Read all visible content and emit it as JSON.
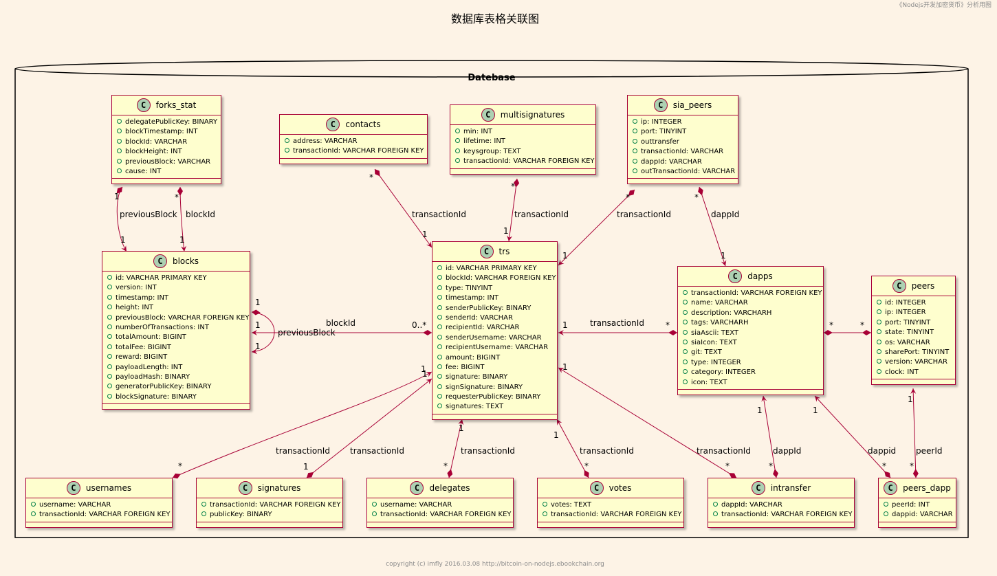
{
  "title": "数据库表格关联图",
  "header_note": "《Nodejs开发加密货币》分析用图",
  "footer": "copyright (c) imfly 2016.03.08 http://bitcoin-on-nodejs.ebookchain.org",
  "package_name": "Datebase",
  "classes": {
    "forks_stat": {
      "name": "forks_stat",
      "fields": [
        "delegatePublicKey: BINARY",
        "blockTimestamp: INT",
        "blockId: VARCHAR",
        "blockHeight: INT",
        "previousBlock: VARCHAR",
        "cause: INT"
      ]
    },
    "contacts": {
      "name": "contacts",
      "fields": [
        "address: VARCHAR",
        "transactionId: VARCHAR FOREIGN KEY"
      ]
    },
    "multisignatures": {
      "name": "multisignatures",
      "fields": [
        "min: INT",
        "lifetime: INT",
        "keysgroup: TEXT",
        "transactionId: VARCHAR FOREIGN KEY"
      ]
    },
    "sia_peers": {
      "name": "sia_peers",
      "fields": [
        "ip: INTEGER",
        "port: TINYINT",
        "outtransfer",
        "transactionId: VARCHAR",
        "dappId: VARCHAR",
        "outTransactionId: VARCHAR"
      ]
    },
    "blocks": {
      "name": "blocks",
      "fields": [
        "id: VARCHAR PRIMARY KEY",
        "version: INT",
        "timestamp: INT",
        "height: INT",
        "previousBlock: VARCHAR FOREIGN KEY",
        "numberOfTransactions: INT",
        "totalAmount: BIGINT",
        "totalFee: BIGINT",
        "reward: BIGINT",
        "payloadLength: INT",
        "payloadHash: BINARY",
        "generatorPublicKey: BINARY",
        "blockSignature: BINARY"
      ]
    },
    "trs": {
      "name": "trs",
      "fields": [
        "id: VARCHAR PRIMARY KEY",
        "blockId: VARCHAR FOREIGN KEY",
        "type: TINYINT",
        "timestamp: INT",
        "senderPublicKey: BINARY",
        "senderId: VARCHAR",
        "recipientId: VARCHAR",
        "senderUsername: VARCHAR",
        "recipientUsername: VARCHAR",
        "amount: BIGINT",
        "fee: BIGINT",
        "signature: BINARY",
        "signSignature: BINARY",
        "requesterPublicKey: BINARY",
        "signatures: TEXT"
      ]
    },
    "dapps": {
      "name": "dapps",
      "fields": [
        "transactionId: VARCHAR FOREIGN KEY",
        "name: VARCHAR",
        "description: VARCHARH",
        "tags: VARCHARH",
        "siaAscii: TEXT",
        "siaIcon: TEXT",
        "git: TEXT",
        "type: INTEGER",
        "category: INTEGER",
        "icon: TEXT"
      ]
    },
    "peers": {
      "name": "peers",
      "fields": [
        "id: INTEGER",
        "ip: INTEGER",
        "port: TINYINT",
        "state: TINYINT",
        "os: VARCHAR",
        "sharePort: TINYINT",
        "version: VARCHAR",
        "clock: INT"
      ]
    },
    "usernames": {
      "name": "usernames",
      "fields": [
        "username: VARCHAR",
        "transactionId: VARCHAR FOREIGN KEY"
      ]
    },
    "signatures": {
      "name": "signatures",
      "fields": [
        "transactionId: VARCHAR FOREIGN KEY",
        "publicKey: BINARY"
      ]
    },
    "delegates": {
      "name": "delegates",
      "fields": [
        "username: VARCHAR",
        "transactionId: VARCHAR FOREIGN KEY"
      ]
    },
    "votes": {
      "name": "votes",
      "fields": [
        "votes: TEXT",
        "transactionId: VARCHAR FOREIGN KEY"
      ]
    },
    "intransfer": {
      "name": "intransfer",
      "fields": [
        "dappId: VARCHAR",
        "transactionId: VARCHAR FOREIGN KEY"
      ]
    },
    "peers_dapp": {
      "name": "peers_dapp",
      "fields": [
        "peerId: INT",
        "dappid: VARCHAR"
      ]
    }
  },
  "relations": [
    {
      "from": "forks_stat",
      "to": "blocks",
      "label": "previousBlock",
      "from_mult": "1",
      "to_mult": "1"
    },
    {
      "from": "forks_stat",
      "to": "blocks",
      "label": "blockId",
      "from_mult": "*",
      "to_mult": "1"
    },
    {
      "from": "contacts",
      "to": "trs",
      "label": "transactionId",
      "from_mult": "*",
      "to_mult": "1"
    },
    {
      "from": "multisignatures",
      "to": "trs",
      "label": "transactionId",
      "from_mult": "*",
      "to_mult": "1"
    },
    {
      "from": "sia_peers",
      "to": "trs",
      "label": "transactionId",
      "from_mult": "*",
      "to_mult": "1"
    },
    {
      "from": "sia_peers",
      "to": "dapps",
      "label": "dappId",
      "from_mult": "*",
      "to_mult": "1"
    },
    {
      "from": "blocks",
      "to": "blocks",
      "label": "previousBlock",
      "from_mult": "1",
      "to_mult": "1"
    },
    {
      "from": "trs",
      "to": "blocks",
      "label": "blockId",
      "from_mult": "0..*",
      "to_mult": "1"
    },
    {
      "from": "dapps",
      "to": "trs",
      "label": "transactionId",
      "from_mult": "*",
      "to_mult": "1"
    },
    {
      "from": "dapps",
      "to": "peers",
      "label": "",
      "from_mult": "*",
      "to_mult": "*"
    },
    {
      "from": "usernames",
      "to": "trs",
      "label": "transactionId",
      "from_mult": "*",
      "to_mult": "1"
    },
    {
      "from": "signatures",
      "to": "trs",
      "label": "transactionId",
      "from_mult": "1",
      "to_mult": "1"
    },
    {
      "from": "delegates",
      "to": "trs",
      "label": "transactionId",
      "from_mult": "*",
      "to_mult": "1"
    },
    {
      "from": "votes",
      "to": "trs",
      "label": "transactionId",
      "from_mult": "*",
      "to_mult": "1"
    },
    {
      "from": "intransfer",
      "to": "trs",
      "label": "transactionId",
      "from_mult": "*",
      "to_mult": "1"
    },
    {
      "from": "intransfer",
      "to": "dapps",
      "label": "dappId",
      "from_mult": "*",
      "to_mult": "1"
    },
    {
      "from": "peers_dapp",
      "to": "dapps",
      "label": "dappid",
      "from_mult": "*",
      "to_mult": "1"
    },
    {
      "from": "peers_dapp",
      "to": "peers",
      "label": "peerId",
      "from_mult": "*",
      "to_mult": "1"
    }
  ],
  "colors": {
    "border": "#a80036",
    "class_fill": "#fefece",
    "icon_fill": "#add1b2",
    "field_dot": "#038048",
    "background": "#fdf3e6"
  },
  "icon_glyph": "C"
}
